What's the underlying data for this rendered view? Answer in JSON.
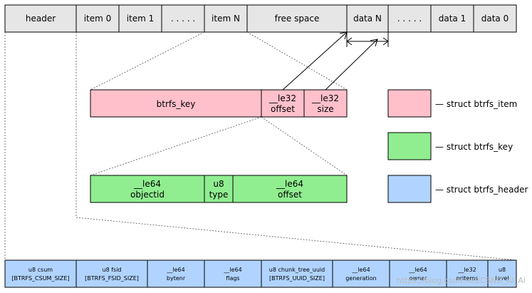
{
  "colors": {
    "cell_gray": "#e6e6e6",
    "item_pink": "#ffc0cb",
    "key_green": "#90ee90",
    "header_blue": "#b0d4ff"
  },
  "top_row": {
    "header": "header",
    "item0": "item 0",
    "item1": "item 1",
    "dots_left": ". . . . .",
    "itemN": "item N",
    "free": "free space",
    "dataN": "data N",
    "dots_right": ". . . . .",
    "data1": "data 1",
    "data0": "data 0"
  },
  "item_struct": {
    "key": "btrfs_key",
    "offset_type": "__le32",
    "offset_name": "offset",
    "size_type": "__le32",
    "size_name": "size"
  },
  "key_struct": {
    "objectid_type": "__le64",
    "objectid_name": "objectid",
    "type_type": "u8",
    "type_name": "type",
    "offset_type": "__le64",
    "offset_name": "offset"
  },
  "legend": {
    "item": "— struct btrfs_item",
    "key": "— struct btrfs_key",
    "header": "— struct btrfs_header"
  },
  "header_struct": {
    "csum_l1": "u8 csum",
    "csum_l2": "[BTRFS_CSUM_SIZE]",
    "fsid_l1": "u8 fsid",
    "fsid_l2": "[BTRFS_FSID_SIZE]",
    "bytenr_l1": "__le64",
    "bytenr_l2": "bytenr",
    "flags_l1": "__le64",
    "flags_l2": "flags",
    "uuid_l1": "u8 chunk_tree_uuid",
    "uuid_l2": "[BTRFS_UUID_SIZE]",
    "gen_l1": "__le64",
    "gen_l2": "generation",
    "owner_l1": "__le64",
    "owner_l2": "owner",
    "nritems_l1": "__le32",
    "nritems_l2": "nritems",
    "level_l1": "u8",
    "level_l2": "level"
  },
  "watermark": "https://blog.csdn.net/CSND_Ai_Ai"
}
